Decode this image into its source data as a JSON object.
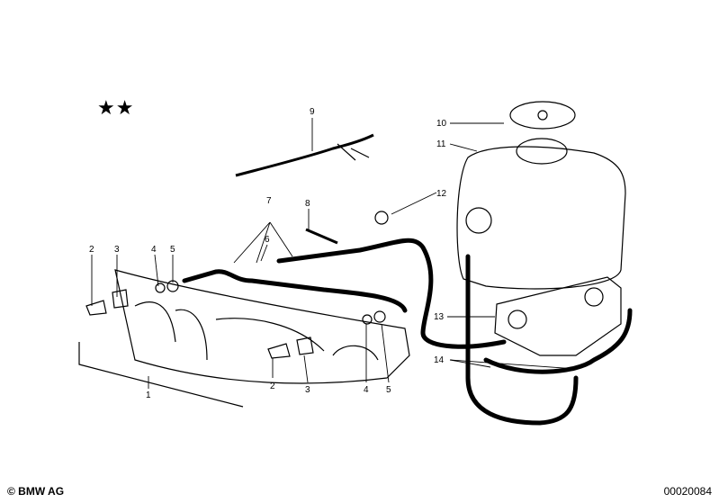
{
  "stars": "★★",
  "footer": {
    "copyright": "© BMW AG",
    "diagram_id": "00020084"
  },
  "part_labels": [
    "1",
    "2",
    "3",
    "4",
    "5",
    "6",
    "7",
    "8",
    "9",
    "10",
    "11",
    "12",
    "13",
    "14",
    "2",
    "3",
    "4",
    "5"
  ]
}
